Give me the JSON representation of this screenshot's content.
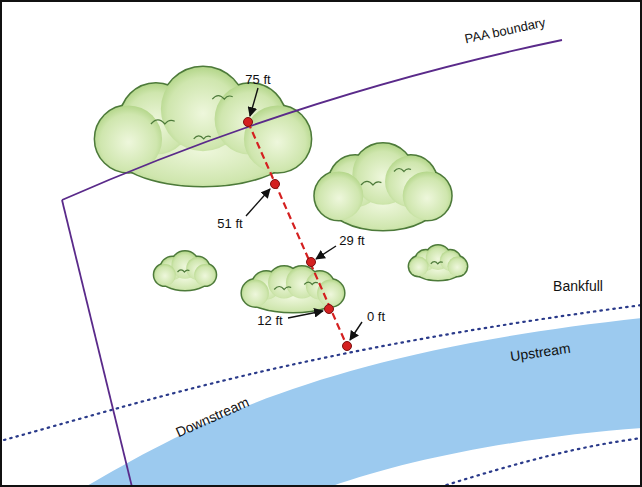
{
  "diagram": {
    "labels": [
      "PAA boundary",
      "75 ft",
      "51 ft",
      "29 ft",
      "12 ft",
      "0 ft",
      "Bankfull",
      "Upstream",
      "Downstream"
    ]
  }
}
